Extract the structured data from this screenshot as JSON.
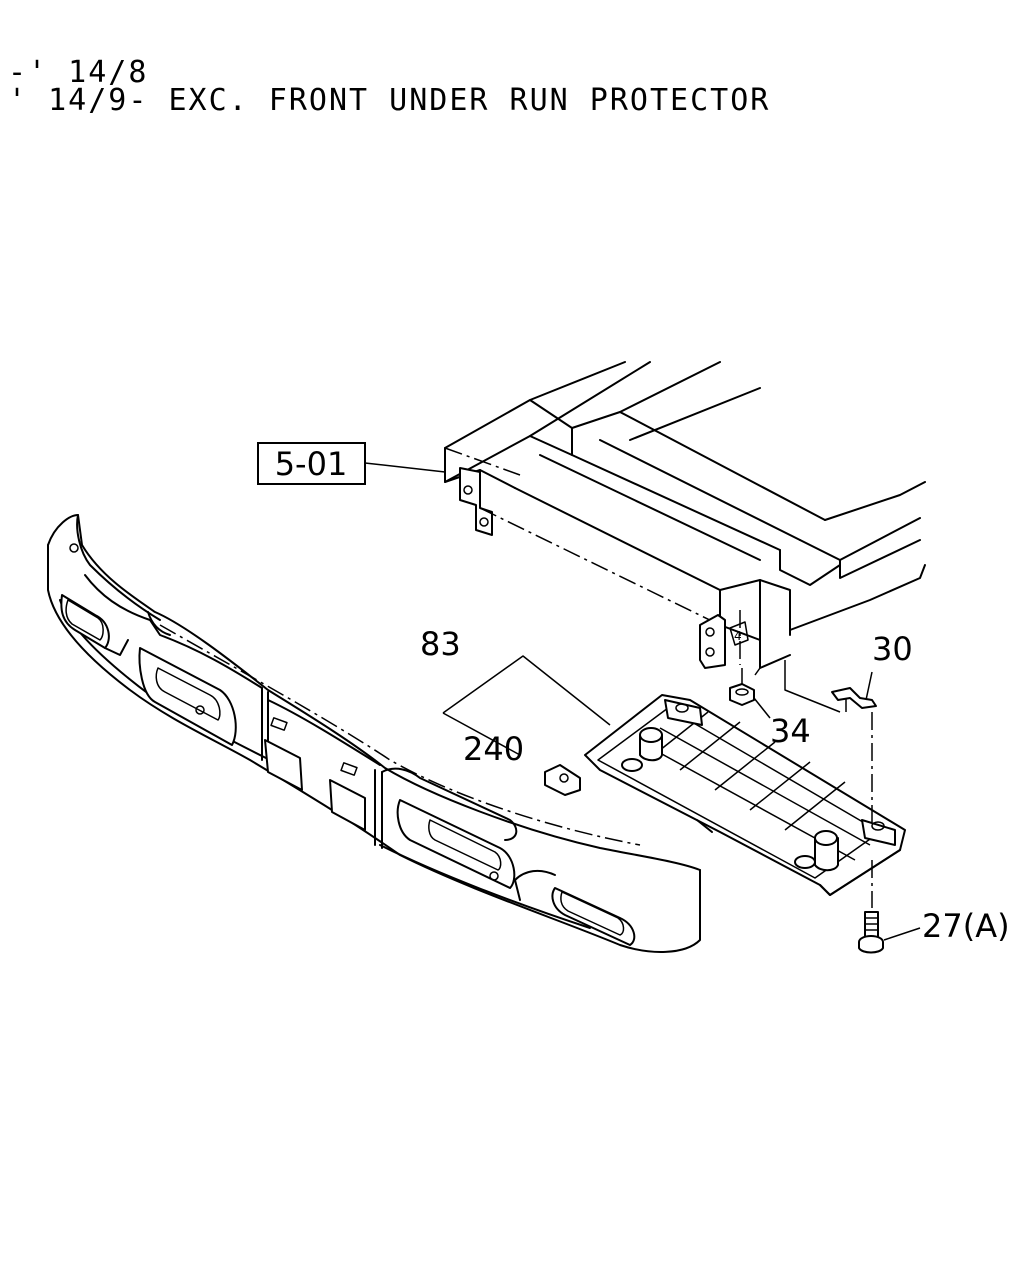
{
  "header": {
    "line1": "-' 14/8",
    "line2": "' 14/9- EXC. FRONT UNDER RUN PROTECTOR"
  },
  "callouts": {
    "ref_box": "5-01",
    "part_83": "83",
    "part_240": "240",
    "part_34": "34",
    "part_30": "30",
    "part_27a": "27(A)"
  },
  "components": {
    "frame": "chassis-frame",
    "bumper": "front-bumper",
    "step_plate": "step-plate",
    "clip": "clip",
    "nut": "nut",
    "bracket": "bracket",
    "bolt": "bolt"
  }
}
